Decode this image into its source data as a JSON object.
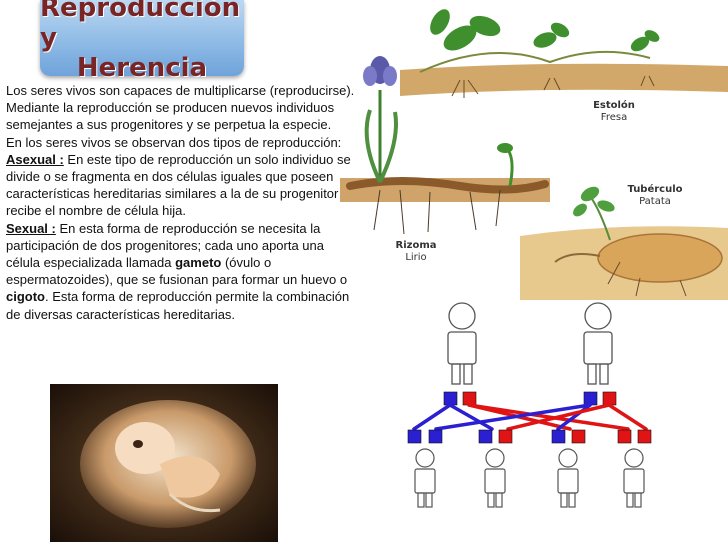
{
  "title": {
    "line1": "Reproducción y",
    "line2": "Herencia"
  },
  "paragraphs": {
    "p1": "Los seres vivos son capaces de multiplicarse (reproducirse). Mediante la reproducción se producen nuevos individuos semejantes a sus progenitores y se perpetua la especie.",
    "p2": "En los seres vivos se observan dos tipos de reproducción:",
    "asexual_label": "Asexual :",
    "asexual_text": " En este tipo de reproducción un solo individuo se divide o se fragmenta en dos células iguales que poseen características hereditarias similares a la de su progenitor y recibe el nombre de célula hija.",
    "sexual_label": "Sexual :",
    "sexual_text_1": " En esta forma de reproducción se necesita la participación de dos progenitores; cada uno aporta una célula especializada llamada ",
    "gameto": "gameto",
    "sexual_text_2": " (óvulo o espermatozoides), que se fusionan para formar un huevo o  ",
    "cigoto": "cigoto",
    "sexual_text_3": ". Esta forma de reproducción permite la combinación de diversas características hereditarias."
  },
  "plant_labels": {
    "estolon": {
      "name": "Estolón",
      "example": "Fresa"
    },
    "tuberculo": {
      "name": "Tubérculo",
      "example": "Patata"
    },
    "rizoma": {
      "name": "Rizoma",
      "example": "Lirio"
    }
  },
  "colors": {
    "title": "#7a2525",
    "allele_blue": "#2a1fd1",
    "allele_red": "#e01414",
    "soil": "#c89a5c"
  }
}
